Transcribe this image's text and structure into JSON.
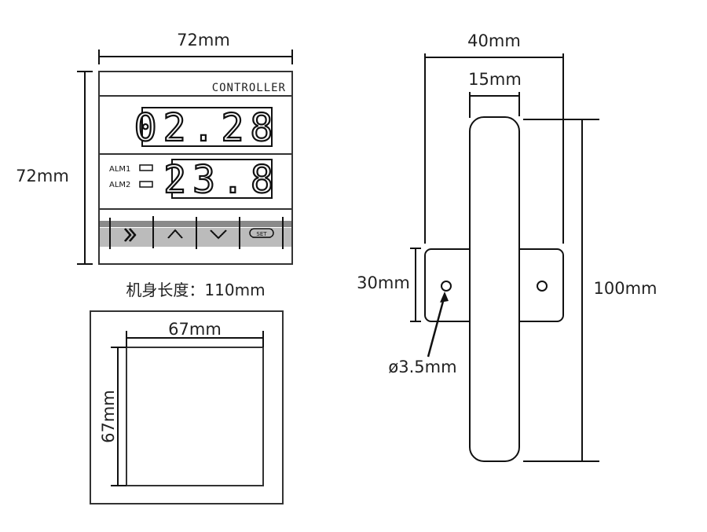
{
  "front_view": {
    "width_label": "72mm",
    "height_label": "72mm",
    "brand": "CONTROLLER",
    "display_top": "02.28",
    "display_bottom": "23.8",
    "alarms": [
      {
        "label": "ALM1"
      },
      {
        "label": "ALM2"
      }
    ],
    "buttons": [
      {
        "name": "shift",
        "glyph": "»",
        "icon": "double-chevron-right-icon"
      },
      {
        "name": "up",
        "glyph": "^",
        "icon": "chevron-up-icon"
      },
      {
        "name": "down",
        "glyph": "v",
        "icon": "chevron-down-icon"
      },
      {
        "name": "set",
        "glyph": "SET",
        "icon": "set-button-icon"
      }
    ],
    "body_length_label": "机身长度：110mm"
  },
  "cutout_view": {
    "width_label": "67mm",
    "height_label": "67mm"
  },
  "side_view": {
    "overall_width_label": "40mm",
    "body_width_label": "15mm",
    "bracket_height_label": "30mm",
    "hole_diameter_label": "ø3.5mm",
    "length_label": "100mm"
  },
  "colors": {
    "line": "#111111",
    "text": "#222222",
    "keypad_band": "#8a8a8a"
  }
}
